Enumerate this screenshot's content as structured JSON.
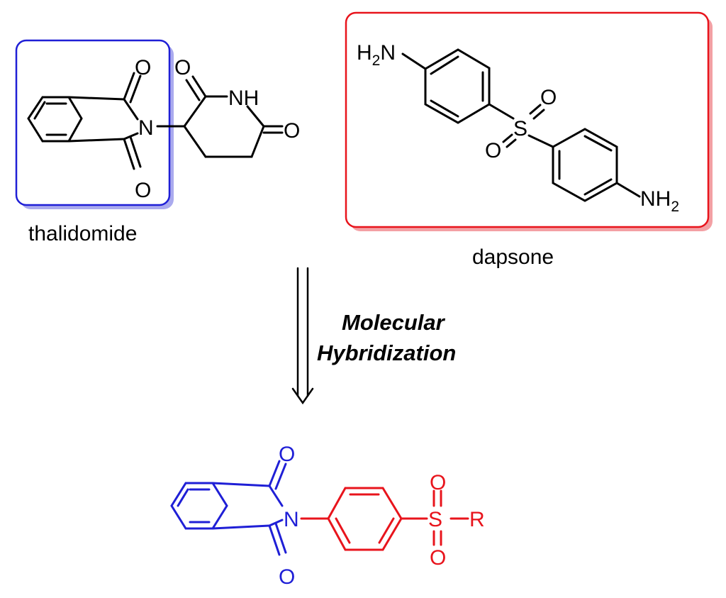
{
  "colors": {
    "thalidomide": "#1f1fd6",
    "dapsone": "#e8141c",
    "black": "#000000"
  },
  "thalidomide": {
    "name": "thalidomide",
    "atoms": {
      "o_top": "O",
      "o_bottom": "O",
      "n_imide": "N",
      "o_pip_top": "O",
      "nh": "NH",
      "o_pip_right": "O"
    }
  },
  "dapsone": {
    "name": "dapsone",
    "atoms": {
      "h2n_h": "H",
      "h2n_sub": "2",
      "h2n_n": "N",
      "s": "S",
      "o_up": "O",
      "o_down": "O",
      "nh2_nh": "NH",
      "nh2_sub": "2"
    }
  },
  "arrow": {
    "line1": "Molecular",
    "line2": "Hybridization"
  },
  "hybrid": {
    "atoms": {
      "o_top": "O",
      "o_bottom": "O",
      "n": "N",
      "s": "S",
      "o_up": "O",
      "o_down": "O",
      "r": "R"
    }
  }
}
